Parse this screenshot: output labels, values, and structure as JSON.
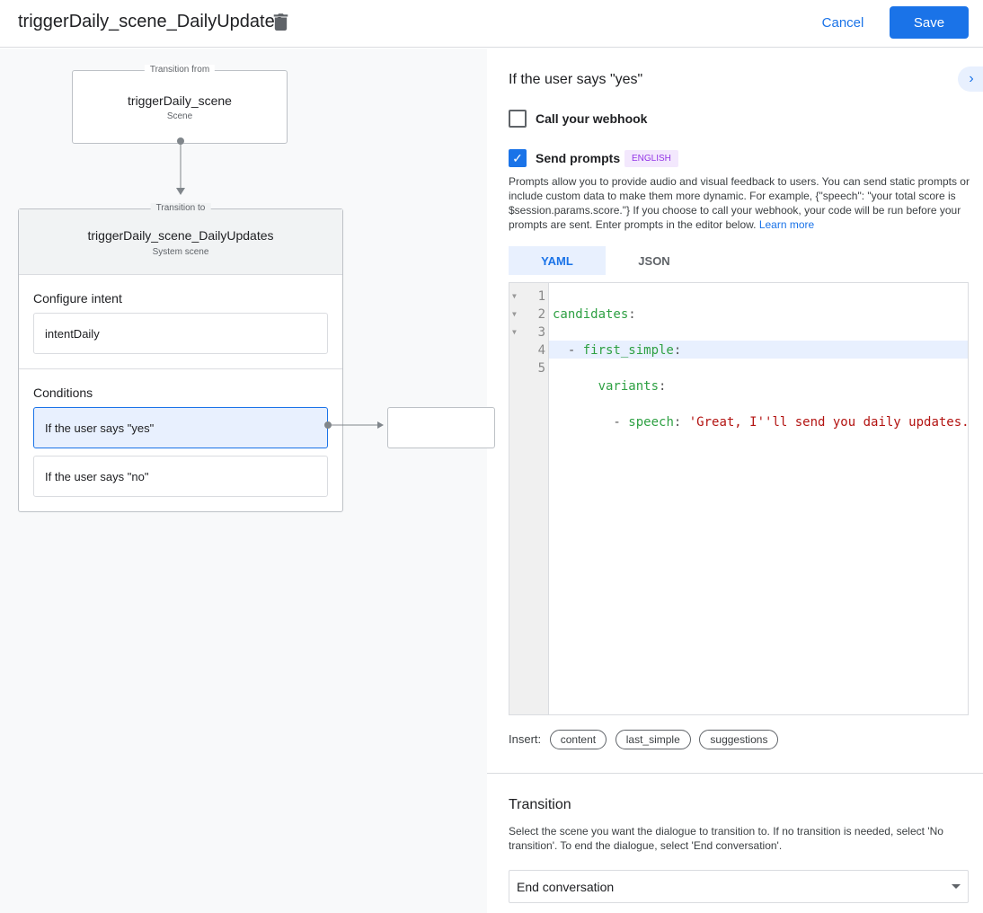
{
  "header": {
    "title": "triggerDaily_scene_DailyUpdates",
    "cancel": "Cancel",
    "save": "Save"
  },
  "canvas": {
    "from": {
      "label": "Transition from",
      "name": "triggerDaily_scene",
      "type": "Scene"
    },
    "to": {
      "label": "Transition to",
      "name": "triggerDaily_scene_DailyUpdates",
      "type": "System scene"
    },
    "intent_heading": "Configure intent",
    "intent": "intentDaily",
    "conditions_heading": "Conditions",
    "conditions": [
      "If the user says \"yes\"",
      "If the user says \"no\""
    ]
  },
  "panel": {
    "heading": "If the user says \"yes\"",
    "webhook": {
      "label": "Call your webhook",
      "checked": false
    },
    "prompts": {
      "label": "Send prompts",
      "checked": true,
      "badge": "ENGLISH"
    },
    "description": "Prompts allow you to provide audio and visual feedback to users. You can send static prompts or include custom data to make them more dynamic. For example, {\"speech\": \"your total score is $session.params.score.\"} If you choose to call your webhook, your code will be run before your prompts are sent. Enter prompts in the editor below.",
    "learn_more": "Learn more",
    "tabs": [
      "YAML",
      "JSON"
    ],
    "active_tab": "YAML",
    "code": {
      "line_numbers": [
        "1",
        "2",
        "3",
        "4",
        "5"
      ],
      "l1k": "candidates",
      "l2k": "first_simple",
      "l3k": "variants",
      "l4k": "speech",
      "l4v": "'Great, I''ll send you daily updates."
    },
    "insert_label": "Insert:",
    "insert_chips": [
      "content",
      "last_simple",
      "suggestions"
    ],
    "transition": {
      "heading": "Transition",
      "description": "Select the scene you want the dialogue to transition to. If no transition is needed, select 'No transition'. To end the dialogue, select 'End conversation'.",
      "selected": "End conversation"
    },
    "colors": {
      "accent": "#1a73e8",
      "key": "#2ea043",
      "string": "#b31412"
    }
  }
}
